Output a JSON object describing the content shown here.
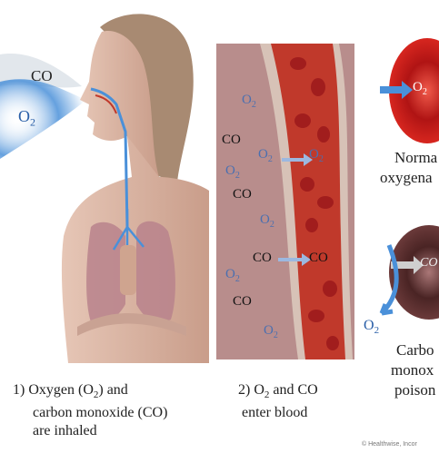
{
  "panel1": {
    "gas_co": "CO",
    "gas_o2": "O",
    "gas_o2_sub": "2",
    "caption_line1_pre": "1) Oxygen (O",
    "caption_line1_sub": "2",
    "caption_line1_post": ") and",
    "caption_line2": "carbon monoxide (CO)",
    "caption_line3": "are inhaled"
  },
  "panel2": {
    "o2": "O",
    "o2_sub": "2",
    "co": "CO",
    "caption_line1_pre": "2) O",
    "caption_line1_sub": "2",
    "caption_line1_post": " and CO",
    "caption_line2": "enter blood"
  },
  "panel3": {
    "o2": "O",
    "o2_sub": "2",
    "co": "CO",
    "normal_line1": "Norma",
    "normal_line2": "oxygena",
    "poison_line1": "Carbo",
    "poison_line2": "monox",
    "poison_line3": "poison"
  },
  "credit": "© Healthwise, Incor",
  "colors": {
    "skin": "#d9b6a6",
    "hair": "#a88a72",
    "lung": "#b8828c",
    "blood_vessel": "#c0392b",
    "vessel_wall": "#d7c2b7",
    "tissue": "#b88d8c",
    "oxygen_blue": "#4a90d9",
    "normal_cell": "#d7261f",
    "poison_cell": "#6b3a3a"
  }
}
